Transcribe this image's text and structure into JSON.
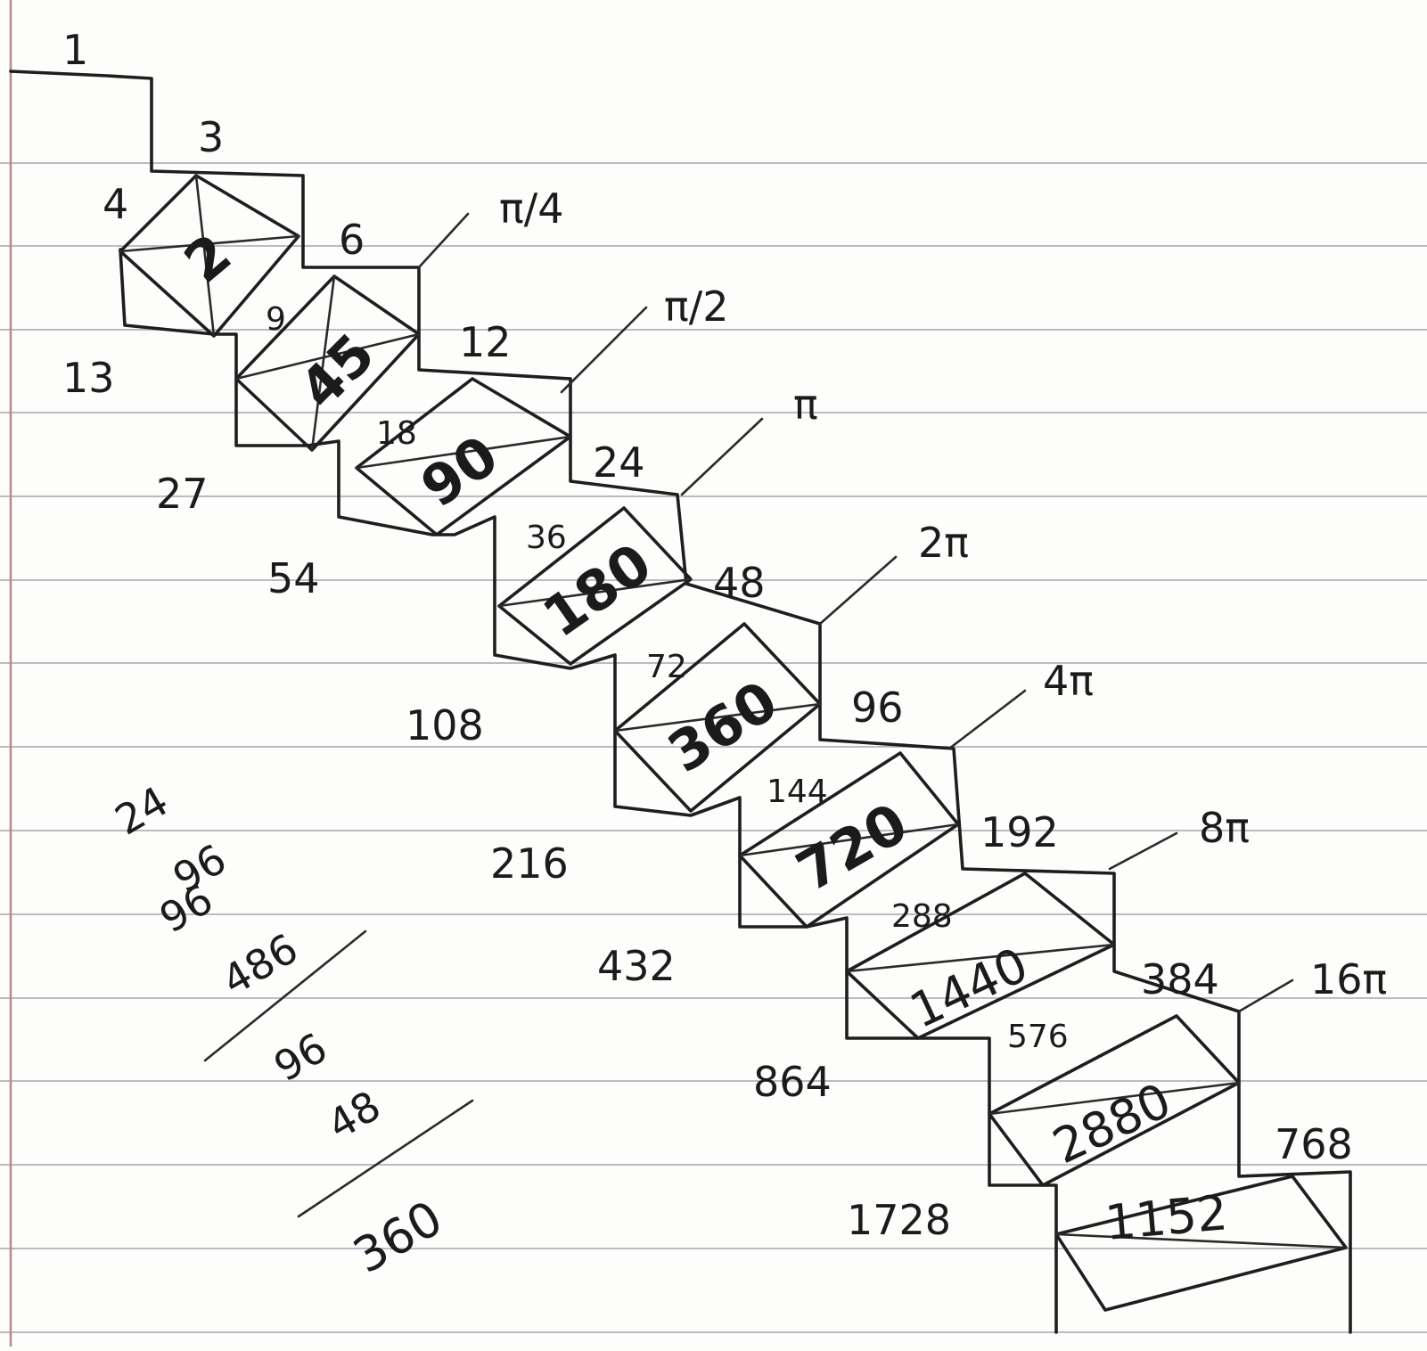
{
  "staircase": {
    "top_left": "1",
    "top_step": "3",
    "left_labels": [
      "4",
      "13",
      "27",
      "54",
      "108",
      "216",
      "432",
      "864",
      "1728"
    ],
    "top_labels": [
      "6",
      "12",
      "24",
      "48",
      "96",
      "192",
      "384",
      "768"
    ],
    "inner_labels": [
      "9",
      "18",
      "36",
      "72",
      "144",
      "288",
      "576"
    ]
  },
  "degrees": [
    "2",
    "45",
    "90",
    "180",
    "360",
    "720",
    "1440",
    "2880",
    "1152"
  ],
  "radians": [
    "π/4",
    "π/2",
    "π",
    "2π",
    "4π",
    "8π",
    "16π"
  ],
  "side_calc": {
    "lines": [
      "24",
      "96",
      "96",
      "486",
      "96",
      "48",
      "360"
    ]
  }
}
